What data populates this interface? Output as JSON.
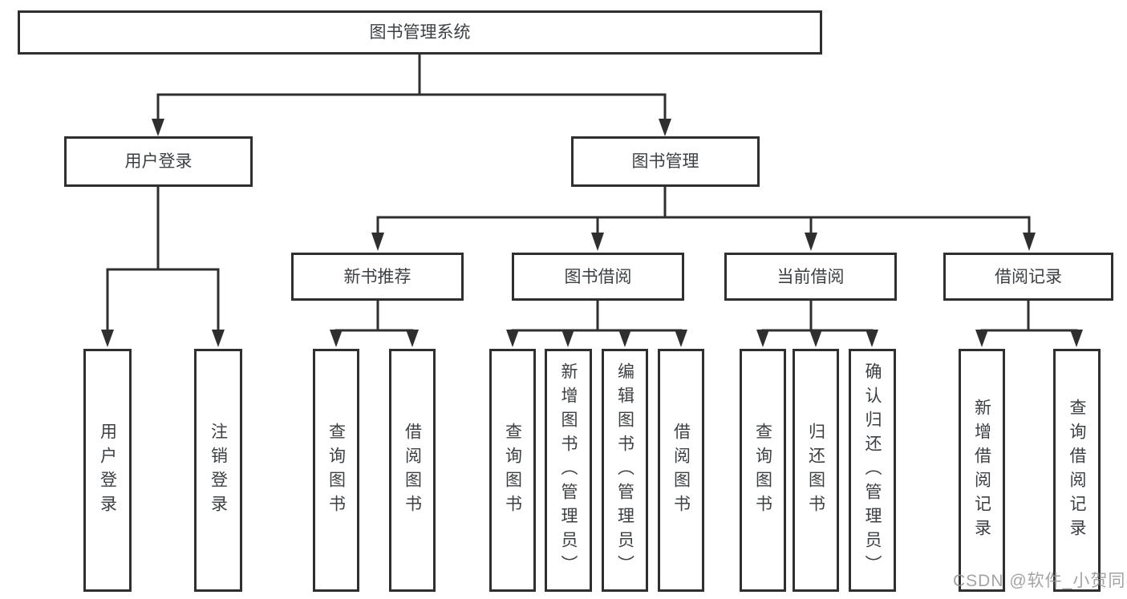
{
  "diagram": {
    "tree": {
      "root": {
        "label": "图书管理系统",
        "children": [
          {
            "label": "用户登录",
            "children": [
              {
                "label": "用户登录"
              },
              {
                "label": "注销登录"
              }
            ]
          },
          {
            "label": "图书管理",
            "children": [
              {
                "label": "新书推荐",
                "children": [
                  {
                    "label": "查询图书"
                  },
                  {
                    "label": "借阅图书"
                  }
                ]
              },
              {
                "label": "图书借阅",
                "children": [
                  {
                    "label": "查询图书"
                  },
                  {
                    "label": "新增图书（管理员）"
                  },
                  {
                    "label": "编辑图书（管理员）"
                  },
                  {
                    "label": "借阅图书"
                  }
                ]
              },
              {
                "label": "当前借阅",
                "children": [
                  {
                    "label": "查询图书"
                  },
                  {
                    "label": "归还图书"
                  },
                  {
                    "label": "确认归还（管理员）"
                  }
                ]
              },
              {
                "label": "借阅记录",
                "children": [
                  {
                    "label": "新增借阅记录"
                  },
                  {
                    "label": "查询借阅记录"
                  }
                ]
              }
            ]
          }
        ]
      }
    },
    "colors": {
      "line": "#2f2f2f",
      "box_border": "#2f2f2f",
      "text": "#3d4043",
      "background": "#ffffff",
      "watermark": "#969696"
    }
  },
  "watermark": {
    "text": "CSDN @软件_小贺同学"
  }
}
